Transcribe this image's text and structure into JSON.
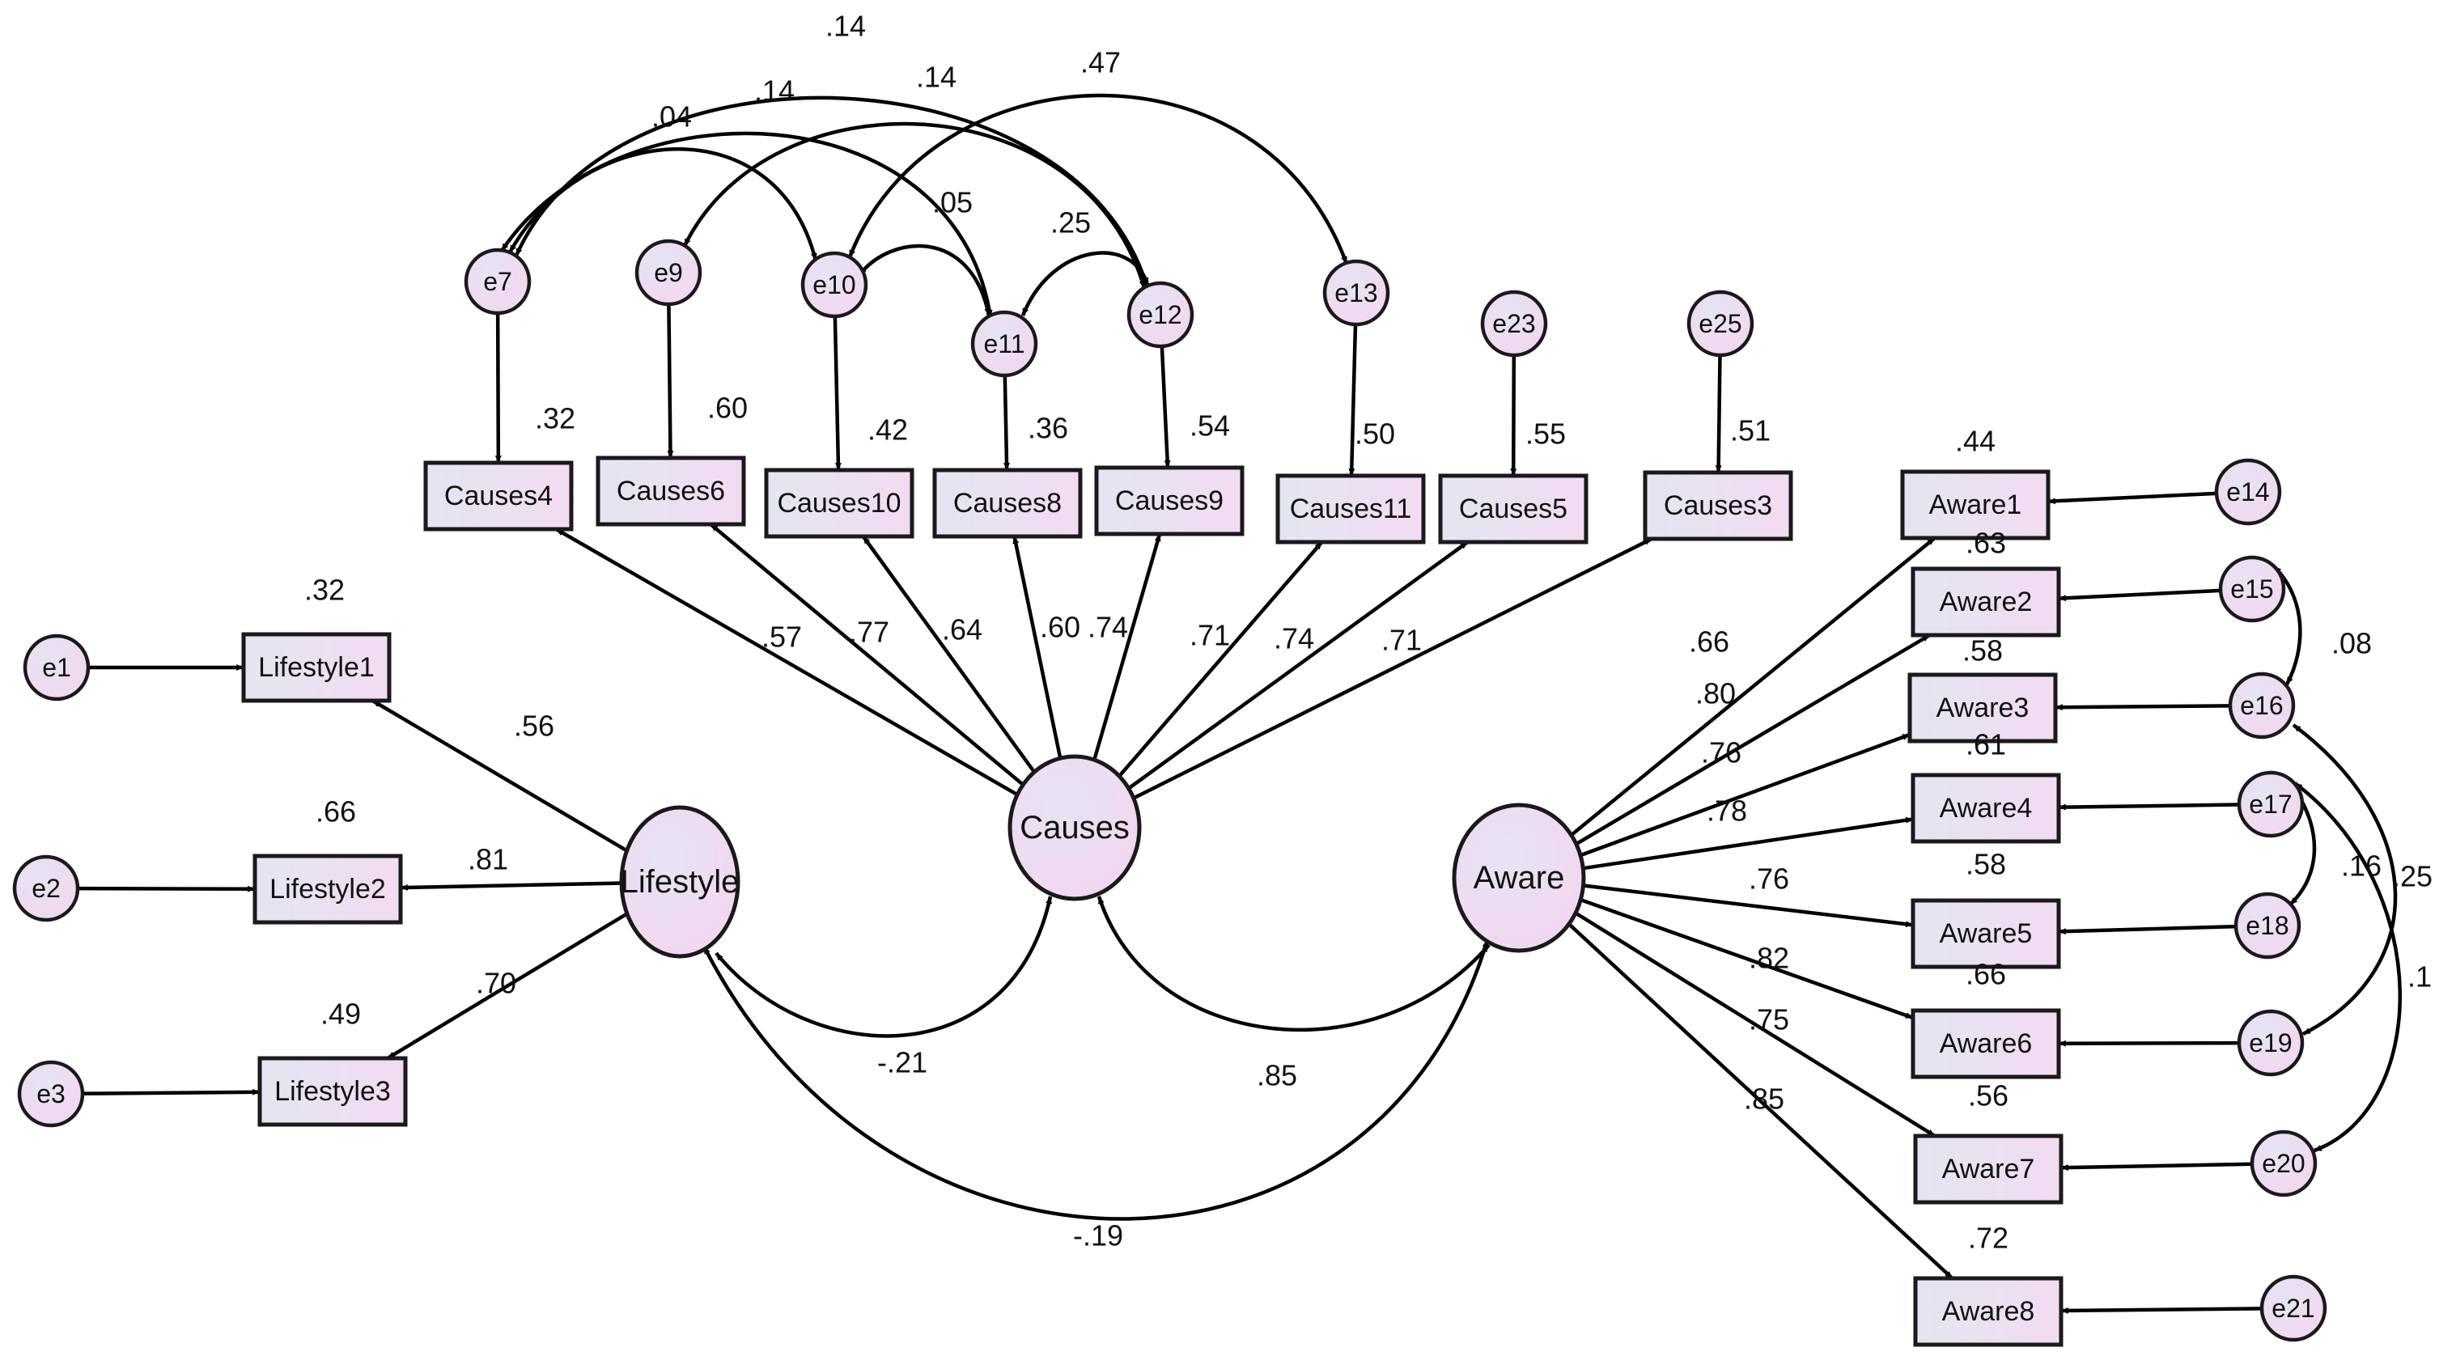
{
  "diagram": {
    "latents": [
      {
        "id": "Lifestyle",
        "label": "Lifestyle"
      },
      {
        "id": "Causes",
        "label": "Causes"
      },
      {
        "id": "Aware",
        "label": "Aware"
      }
    ],
    "indicators": [
      {
        "id": "Lifestyle1",
        "label": "Lifestyle1",
        "r2": ".32",
        "loading": ".56",
        "factor": "Lifestyle",
        "error": "e1"
      },
      {
        "id": "Lifestyle2",
        "label": "Lifestyle2",
        "r2": ".66",
        "loading": ".81",
        "factor": "Lifestyle",
        "error": "e2"
      },
      {
        "id": "Lifestyle3",
        "label": "Lifestyle3",
        "r2": ".49",
        "loading": ".70",
        "factor": "Lifestyle",
        "error": "e3"
      },
      {
        "id": "Causes4",
        "label": "Causes4",
        "r2": ".32",
        "loading": ".57",
        "factor": "Causes",
        "error": "e7"
      },
      {
        "id": "Causes6",
        "label": "Causes6",
        "r2": ".60",
        "loading": ".77",
        "factor": "Causes",
        "error": "e9"
      },
      {
        "id": "Causes10",
        "label": "Causes10",
        "r2": ".42",
        "loading": ".64",
        "factor": "Causes",
        "error": "e10"
      },
      {
        "id": "Causes8",
        "label": "Causes8",
        "r2": ".36",
        "loading": ".60",
        "factor": "Causes",
        "error": "e11"
      },
      {
        "id": "Causes9",
        "label": "Causes9",
        "r2": ".54",
        "loading": ".74",
        "factor": "Causes",
        "error": "e12"
      },
      {
        "id": "Causes11",
        "label": "Causes11",
        "r2": ".50",
        "loading": ".71",
        "factor": "Causes",
        "error": "e13"
      },
      {
        "id": "Causes5",
        "label": "Causes5",
        "r2": ".55",
        "loading": ".74",
        "factor": "Causes",
        "error": "e23"
      },
      {
        "id": "Causes3",
        "label": "Causes3",
        "r2": ".51",
        "loading": ".71",
        "factor": "Causes",
        "error": "e25"
      },
      {
        "id": "Aware1",
        "label": "Aware1",
        "r2": ".44",
        "loading": ".66",
        "factor": "Aware",
        "error": "e14"
      },
      {
        "id": "Aware2",
        "label": "Aware2",
        "r2": ".63",
        "loading": ".80",
        "factor": "Aware",
        "error": "e15"
      },
      {
        "id": "Aware3",
        "label": "Aware3",
        "r2": ".58",
        "loading": ".76",
        "factor": "Aware",
        "error": "e16"
      },
      {
        "id": "Aware4",
        "label": "Aware4",
        "r2": ".61",
        "loading": ".78",
        "factor": "Aware",
        "error": "e17"
      },
      {
        "id": "Aware5",
        "label": "Aware5",
        "r2": ".58",
        "loading": ".76",
        "factor": "Aware",
        "error": "e18"
      },
      {
        "id": "Aware6",
        "label": "Aware6",
        "r2": ".66",
        "loading": ".82",
        "factor": "Aware",
        "error": "e19"
      },
      {
        "id": "Aware7",
        "label": "Aware7",
        "r2": ".56",
        "loading": ".75",
        "factor": "Aware",
        "error": "e20"
      },
      {
        "id": "Aware8",
        "label": "Aware8",
        "r2": ".72",
        "loading": ".85",
        "factor": "Aware",
        "error": "e21"
      }
    ],
    "latent_correlations": [
      {
        "from": "Lifestyle",
        "to": "Causes",
        "value": "-.21"
      },
      {
        "from": "Causes",
        "to": "Aware",
        "value": ".85"
      },
      {
        "from": "Lifestyle",
        "to": "Aware",
        "value": "-.19"
      }
    ],
    "error_covariances": [
      {
        "from": "e7",
        "to": "e12",
        "value": ".14"
      },
      {
        "from": "e7",
        "to": "e10",
        "value": ".04"
      },
      {
        "from": "e7",
        "to": "e11",
        "value": ".14"
      },
      {
        "from": "e9",
        "to": "e12",
        "value": ".14"
      },
      {
        "from": "e10",
        "to": "e13",
        "value": ".47"
      },
      {
        "from": "e10",
        "to": "e11",
        "value": ".05"
      },
      {
        "from": "e11",
        "to": "e12",
        "value": ".25"
      },
      {
        "from": "e15",
        "to": "e16",
        "value": ".08"
      },
      {
        "from": "e17",
        "to": "e18",
        "value": ".16"
      },
      {
        "from": "e16",
        "to": "e19",
        "value": ".25"
      },
      {
        "from": "e17",
        "to": "e20",
        "value": ".1"
      }
    ]
  }
}
